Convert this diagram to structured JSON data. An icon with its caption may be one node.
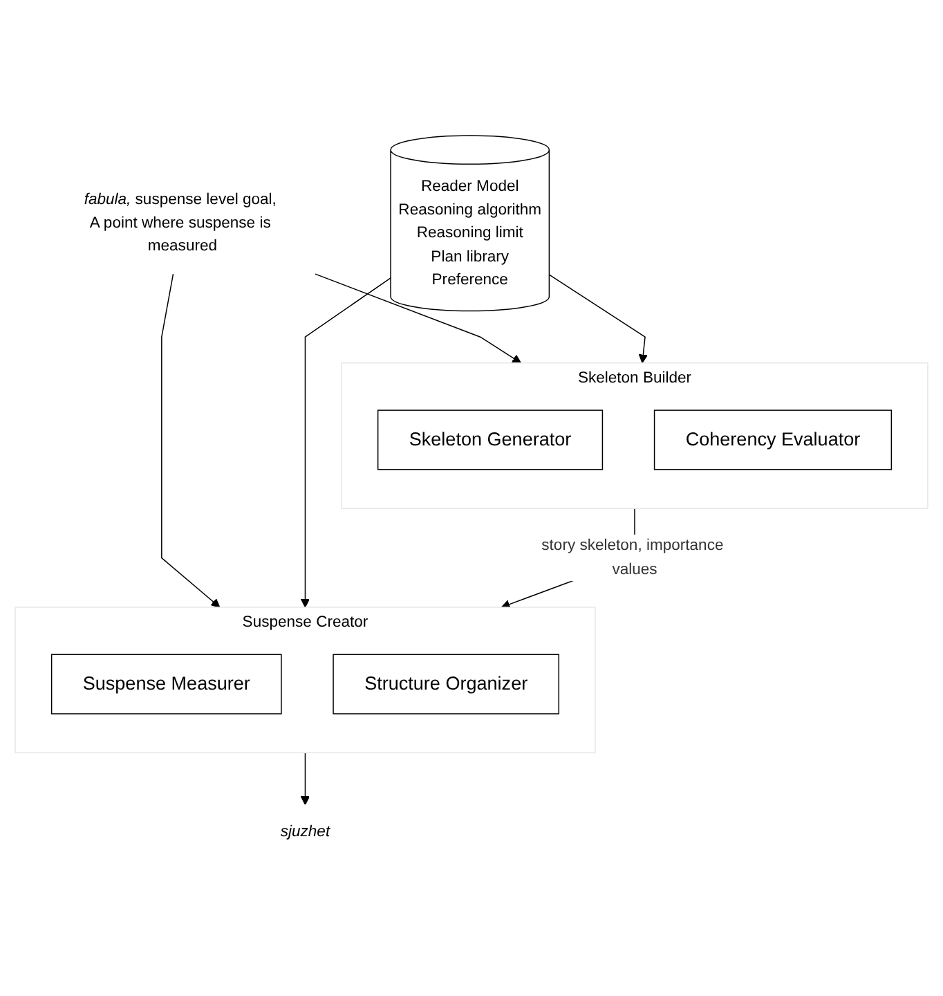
{
  "diagram": {
    "nodes": [
      {
        "text": [
          "*fabula,* suspense level goal, A point where suspense is measured"
        ]
      },
      {
        "text": [
          "Skeleton Builder"
        ]
      },
      {
        "text": [
          "Skeleton Generator"
        ],
        "in": 1
      },
      {
        "text": [
          "Coherency Evaluator"
        ],
        "in": 1
      },
      {
        "text": [
          "Suspense Creator"
        ]
      },
      {
        "text": [
          "Suspense Measurer"
        ],
        "in": 4
      },
      {
        "text": [
          "Structure Organizer"
        ],
        "in": 4
      },
      {
        "text": [
          "Reader Model",
          "Reasoning algorithm",
          "Reasoning limit",
          "Plan library",
          "Preference"
        ]
      },
      {
        "text": [
          "sjuzhet"
        ]
      }
    ],
    "edges": [
      {
        "from": 0,
        "to": 1,
        "arrow": "to"
      },
      {
        "from": 0,
        "to": 4,
        "arrow": "to"
      },
      {
        "from": 7,
        "to": 1,
        "arrow": "to"
      },
      {
        "from": 7,
        "to": 4,
        "arrow": "to"
      },
      {
        "from": 1,
        "to": 4,
        "arrow": "to",
        "label": "story skeleton, importance values"
      },
      {
        "from": 4,
        "to": 8,
        "arrow": "to"
      }
    ]
  }
}
